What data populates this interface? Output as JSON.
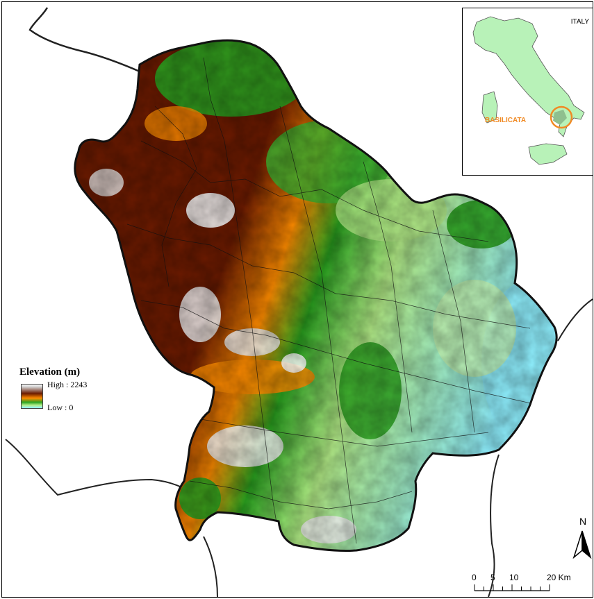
{
  "colors": {
    "low": "#8ff0ff",
    "lowland": "#b6f089",
    "green": "#2aa31f",
    "orange": "#ff8c00",
    "brown": "#6b1a00",
    "high": "#ffffff",
    "inset_land": "#b8f2b8",
    "inset_ring": "#f08a24",
    "boundary": "#222222"
  },
  "legend": {
    "title": "Elevation (m)",
    "high": "High : 2243",
    "low": "Low : 0"
  },
  "inset": {
    "country": "ITALY",
    "region": "BASILICATA"
  },
  "north": {
    "label": "N"
  },
  "scale": {
    "labels": [
      "0",
      "5",
      "10",
      "20 Km"
    ],
    "values": [
      0,
      5,
      10,
      20
    ]
  },
  "icons": {
    "north": "north-arrow-icon",
    "scale": "scale-bar-icon"
  }
}
